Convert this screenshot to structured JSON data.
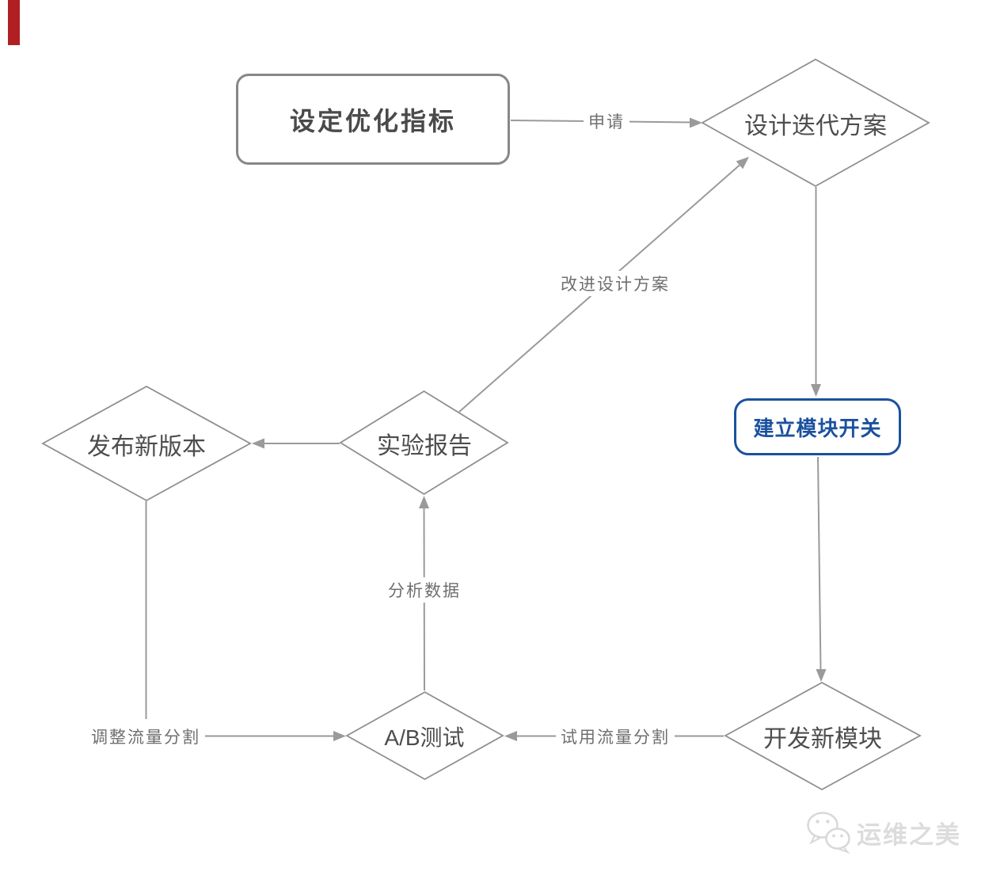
{
  "diagram": {
    "title_node": "设定优化指标",
    "nodes": {
      "set_metrics": {
        "label": "设定优化指标",
        "shape": "rounded-rect"
      },
      "design_iteration": {
        "label": "设计迭代方案",
        "shape": "diamond"
      },
      "module_switch": {
        "label": "建立模块开关",
        "shape": "rounded-rect",
        "accent": "blue"
      },
      "develop_module": {
        "label": "开发新模块",
        "shape": "diamond"
      },
      "ab_test": {
        "label": "A/B测试",
        "shape": "diamond"
      },
      "experiment_report": {
        "label": "实验报告",
        "shape": "diamond"
      },
      "release_version": {
        "label": "发布新版本",
        "shape": "diamond"
      }
    },
    "edges": [
      {
        "from": "set_metrics",
        "to": "design_iteration",
        "label": "申请"
      },
      {
        "from": "experiment_report",
        "to": "design_iteration",
        "label": "改进设计方案"
      },
      {
        "from": "design_iteration",
        "to": "module_switch",
        "label": ""
      },
      {
        "from": "module_switch",
        "to": "develop_module",
        "label": ""
      },
      {
        "from": "develop_module",
        "to": "ab_test",
        "label": "试用流量分割"
      },
      {
        "from": "ab_test",
        "to": "experiment_report",
        "label": "分析数据"
      },
      {
        "from": "experiment_report",
        "to": "release_version",
        "label": ""
      },
      {
        "from": "release_version",
        "to": "ab_test",
        "label": "调整流量分割"
      }
    ]
  },
  "watermark": {
    "text": "运维之美",
    "icon": "wechat-chat-bubbles"
  },
  "colors": {
    "line": "#9a9a9a",
    "node_border": "#8f8f8f",
    "node_text": "#4d4d4d",
    "blue_accent": "#1b519e",
    "edge_label_text": "#6f6f6f",
    "watermark": "#dcdcdc",
    "red_bar": "#b02023"
  }
}
